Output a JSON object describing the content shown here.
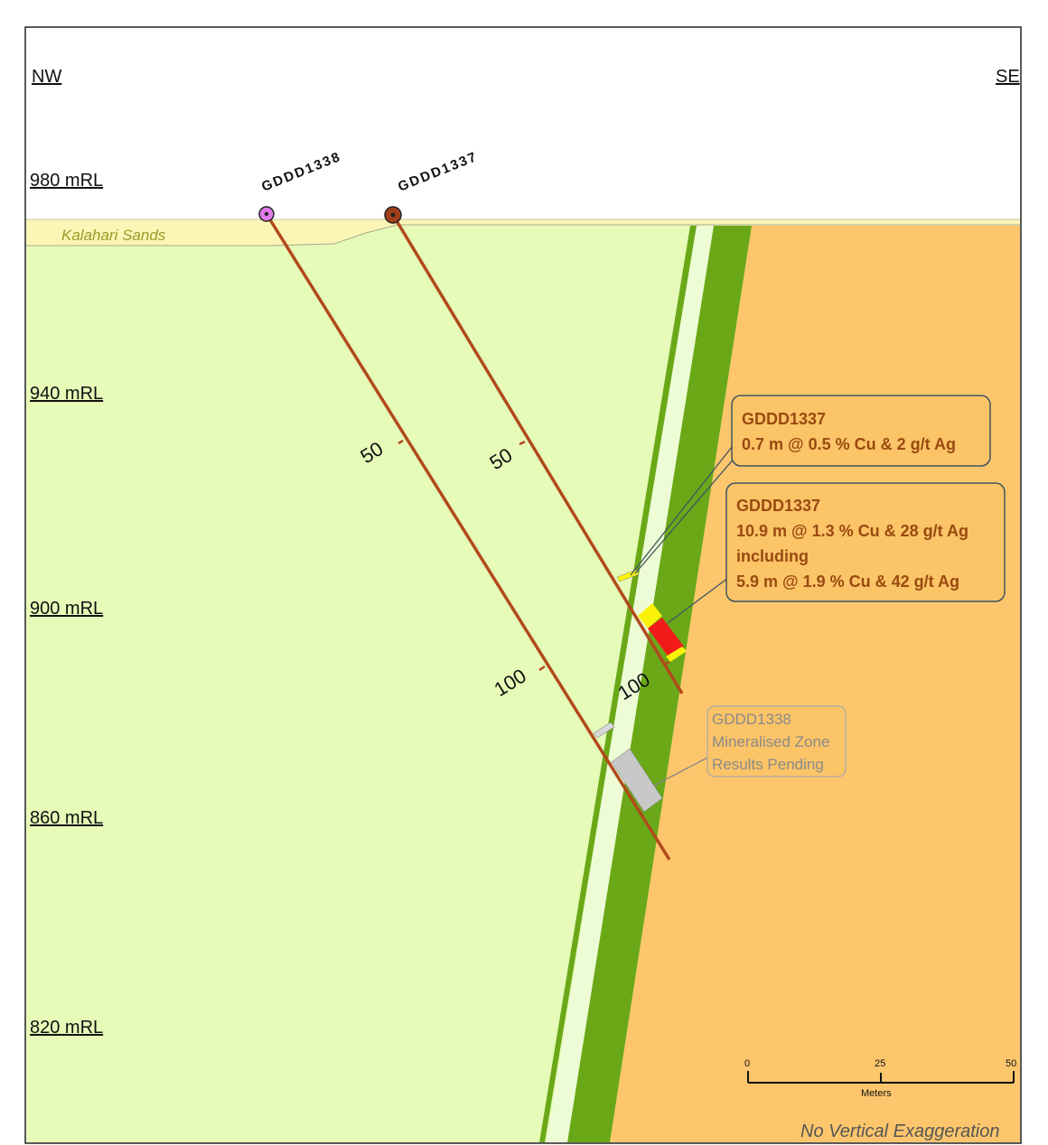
{
  "directions": {
    "left": "NW",
    "right": "SE"
  },
  "rl_labels": [
    "980 mRL",
    "940 mRL",
    "900 mRL",
    "860 mRL",
    "820 mRL"
  ],
  "layers": {
    "sands": "Kalahari Sands"
  },
  "holes": [
    {
      "id": "GDDD1338",
      "color": "#e07ae8",
      "depth_labels": [
        "50",
        "100"
      ]
    },
    {
      "id": "GDDD1337",
      "color": "#a0401a",
      "depth_labels": [
        "50",
        "100"
      ]
    }
  ],
  "annotations": {
    "a1": {
      "lines": [
        "GDDD1337",
        "0.7 m @ 0.5 % Cu & 2 g/t Ag"
      ]
    },
    "a2": {
      "lines": [
        "GDDD1337",
        "10.9 m @ 1.3 % Cu & 28 g/t Ag",
        "including",
        "5.9 m @ 1.9 % Cu & 42 g/t Ag"
      ]
    },
    "a3": {
      "lines": [
        "GDDD1338",
        "Mineralised Zone",
        "Results Pending"
      ]
    }
  },
  "scale_bar": {
    "ticks": [
      "0",
      "25",
      "50"
    ],
    "unit": "Meters"
  },
  "note": "No Vertical Exaggeration",
  "colors": {
    "host": "#e6fbb8",
    "orange": "#fdc66c",
    "green_band": "#6aa818",
    "sands": "#fbf6b6",
    "trace": "#b14a1c",
    "box_fill": "#fbc467",
    "box_border": "#3e5560",
    "high_grade": "#f21a1a",
    "low_grade": "#fbf20a",
    "pending": "#c8c8c8"
  }
}
